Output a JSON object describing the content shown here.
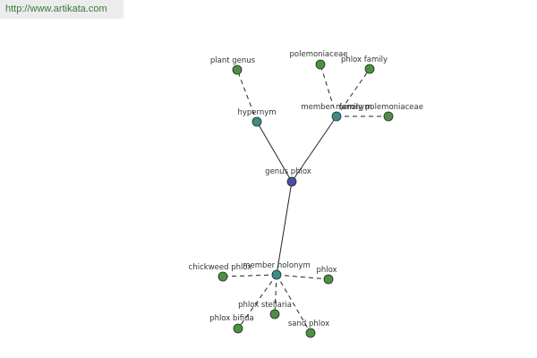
{
  "watermark": {
    "url": "http://www.artikata.com"
  },
  "colors": {
    "center": "#4a4f9e",
    "relation": "#3e8c8a",
    "leaf": "#4f8f45",
    "edge": "#222222"
  },
  "graph": {
    "nodes": [
      {
        "id": "center",
        "label": "genus phlox",
        "kind": "center"
      },
      {
        "id": "hypernym",
        "label": "hypernym",
        "kind": "relation"
      },
      {
        "id": "member-meronym",
        "label": "member meronym",
        "kind": "relation"
      },
      {
        "id": "member-holonym",
        "label": "member holonym",
        "kind": "relation"
      },
      {
        "id": "plant-genus",
        "label": "plant genus",
        "kind": "leaf"
      },
      {
        "id": "polemoniaceae",
        "label": "polemoniaceae",
        "kind": "leaf"
      },
      {
        "id": "phlox-family",
        "label": "phlox family",
        "kind": "leaf"
      },
      {
        "id": "family-polemoniaceae",
        "label": "family polemoniaceae",
        "kind": "leaf"
      },
      {
        "id": "chickweed-phlox",
        "label": "chickweed phlox",
        "kind": "leaf"
      },
      {
        "id": "phlox",
        "label": "phlox",
        "kind": "leaf"
      },
      {
        "id": "phlox-stellaria",
        "label": "phlox stellaria",
        "kind": "leaf"
      },
      {
        "id": "phlox-bifida",
        "label": "phlox bifida",
        "kind": "leaf"
      },
      {
        "id": "sand-phlox",
        "label": "sand phlox",
        "kind": "leaf"
      }
    ],
    "edges": [
      {
        "from": "center",
        "to": "hypernym",
        "style": "solid"
      },
      {
        "from": "center",
        "to": "member-meronym",
        "style": "solid"
      },
      {
        "from": "center",
        "to": "member-holonym",
        "style": "solid"
      },
      {
        "from": "hypernym",
        "to": "plant-genus",
        "style": "dashed"
      },
      {
        "from": "member-meronym",
        "to": "polemoniaceae",
        "style": "dashed"
      },
      {
        "from": "member-meronym",
        "to": "phlox-family",
        "style": "dashed"
      },
      {
        "from": "member-meronym",
        "to": "family-polemoniaceae",
        "style": "dashed"
      },
      {
        "from": "member-holonym",
        "to": "chickweed-phlox",
        "style": "dashed"
      },
      {
        "from": "member-holonym",
        "to": "phlox",
        "style": "dashed"
      },
      {
        "from": "member-holonym",
        "to": "phlox-stellaria",
        "style": "dashed"
      },
      {
        "from": "member-holonym",
        "to": "phlox-bifida",
        "style": "dashed"
      },
      {
        "from": "member-holonym",
        "to": "sand-phlox",
        "style": "dashed"
      }
    ]
  }
}
